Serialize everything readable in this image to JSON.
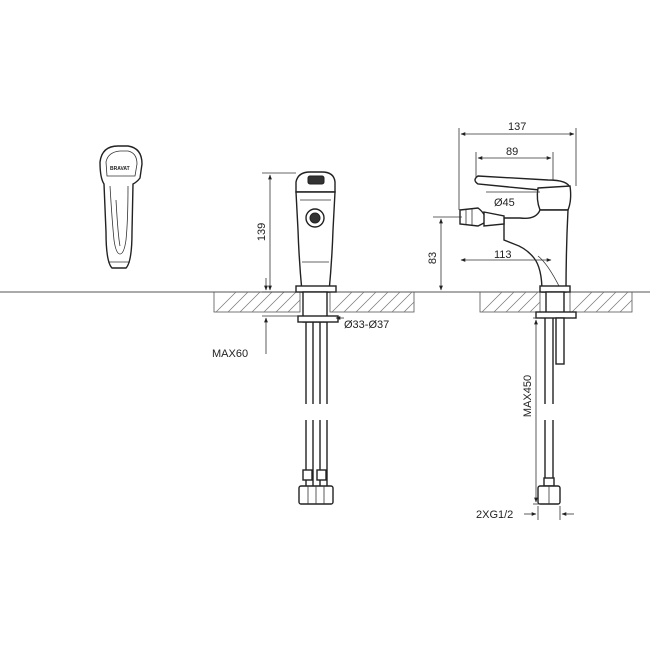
{
  "drawing": {
    "logo_text": "BRAVAT",
    "dimensions": {
      "width_total": "137",
      "handle_reach": "89",
      "handle_diameter": "Ø45",
      "spout_reach": "113",
      "spout_height": "83",
      "side_height": "139",
      "hole_diameter": "Ø33-Ø37",
      "max_counter_thickness": "MAX60",
      "hose_length": "MAX450",
      "connection": "2XG1/2"
    }
  }
}
